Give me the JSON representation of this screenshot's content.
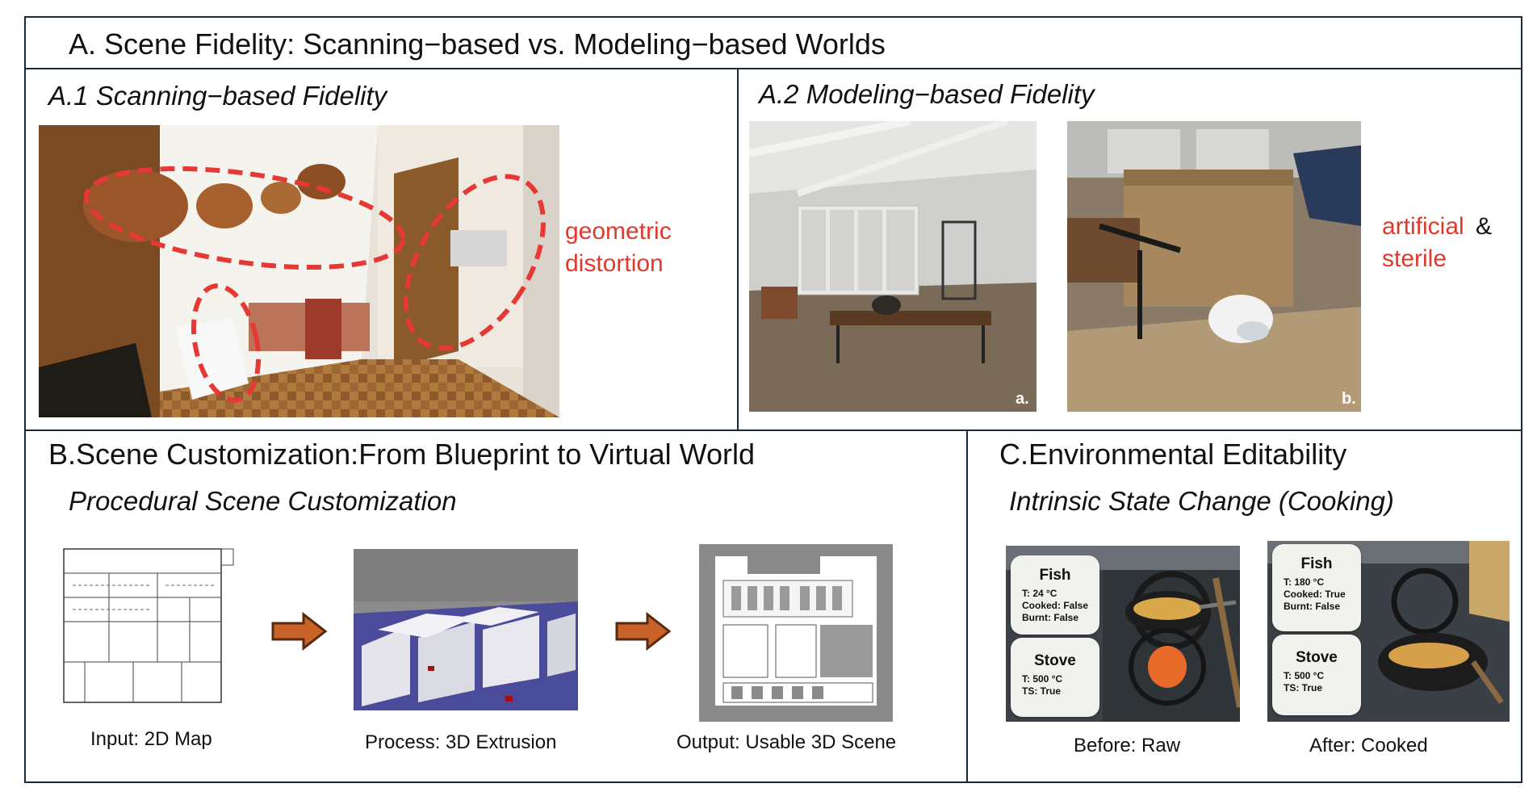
{
  "section_a": {
    "title": "A. Scene Fidelity: Scanning−based vs. Modeling−based Worlds",
    "a1": {
      "title": "A.1 Scanning−based Fidelity",
      "annotation_line1": "geometric",
      "annotation_line2": "distortion"
    },
    "a2": {
      "title": "A.2 Modeling−based Fidelity",
      "annotation_word1": "artificial",
      "annotation_amp": "&",
      "annotation_word2": "sterile",
      "tag_a": "a.",
      "tag_b": "b."
    }
  },
  "section_b": {
    "title": "B.Scene Customization:From Blueprint to Virtual World",
    "subtitle": "Procedural Scene Customization",
    "captions": [
      "Input: 2D Map",
      "Process: 3D Extrusion",
      "Output: Usable 3D Scene"
    ]
  },
  "section_c": {
    "title": "C.Environmental Editability",
    "subtitle": "Intrinsic State Change (Cooking)",
    "before": {
      "caption": "Before: Raw",
      "fish": {
        "name": "Fish",
        "lines": [
          "T: 24 °C",
          "Cooked: False",
          "Burnt: False"
        ]
      },
      "stove": {
        "name": "Stove",
        "lines": [
          "T: 500 °C",
          "TS: True"
        ]
      }
    },
    "after": {
      "caption": "After: Cooked",
      "fish": {
        "name": "Fish",
        "lines": [
          "T: 180 °C",
          "Cooked: True",
          "Burnt: False"
        ]
      },
      "stove": {
        "name": "Stove",
        "lines": [
          "T: 500 °C",
          "TS: True"
        ]
      }
    }
  },
  "colors": {
    "border": "#1b2a3a",
    "highlight_red": "#e03a2c",
    "arrow_fill": "#c8642a",
    "arrow_stroke": "#5a2a10"
  }
}
